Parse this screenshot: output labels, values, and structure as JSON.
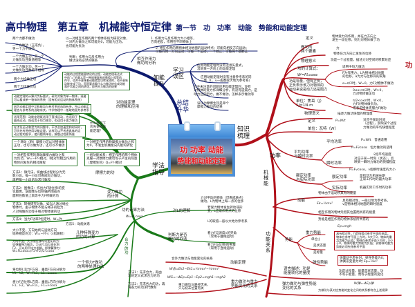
{
  "title": {
    "main": "高中物理　第五章　机械能守恒定律",
    "sub": "第一节　功　功率　动能　势能和动能定理"
  },
  "center": {
    "line1": "功 功率 动能",
    "line2": "势能和动能定理"
  },
  "branches": {
    "summary": "总结\n升华",
    "knowledge": "知识\n梳理",
    "method": "学法\n指导",
    "work": "功",
    "power": "功率",
    "mech": "机\n械\n能",
    "funcrel": "功\n能\n关\n系",
    "improve": "知能\n提升",
    "mistake": "学习\n误区",
    "network": "合\n力\n的\n功"
  },
  "colors": {
    "summary": "#0d1a6e",
    "knowledge": "#b0101a",
    "method": "#1a7a1a"
  },
  "summary": {
    "pair1": "两个力都不做功",
    "pair2": "一个力做功（正或负），\n另一个力不做功",
    "pair3": "一个力做正功，另一个\n力做负功且数值相等",
    "pair4": "一个力做正功，另一个\n力做负功且数值不相等",
    "pair5": "两个力均做正功",
    "pair6": "两个力均做负功",
    "sys": "以一对相互作用的两个物体系统为研究对象，\n一对内力做功之和可能为0，可能为正功，\n也可能为负功",
    "judge": "判断：作用力与反作用力\n做功没有必然的联系",
    "f1": "1. 作用力与反作用力大小相等，\n方向相反，作用在不同物体上",
    "f2": "2. 相互作用的两物体相对地面的运动特点：可能向相反方向运动；\n可能向同一方向运动；可能一个运动，一个静止；可能两个都静止",
    "analysis": "相互作用力\n做功的分析",
    "m1": "应用动能定理时没有注意矢量式，\n混同某一方向上的动能定理",
    "m2": "应用动能定理时没有注意参考系的同\n一性（L、v一般都取大地为参考系）",
    "m3": "对于未注意的问题应用动能定理时，没有\n对物体的受力作详细分析，有没有遗漏力，是\n动力还是阻力，做不做功，怎样表示做功等",
    "m4": "误认为摩擦生热是单个\n摩擦力做功的结果"
  },
  "work": {
    "def_label": "定义",
    "def": "物体受力的作用，并在力方向上\n发生一段位移，则力对物体做了功",
    "two_label": "做功的\n两个要素",
    "two_a": "力",
    "two_b": "物体在力方向上发生的位移",
    "meaning_label": "物理意义",
    "meaning": "功是一个过程量，描述力对空间的积累效应",
    "formula_label": "功的计算式：",
    "formula": "W=FLcosα",
    "f_note1": "适用于恒力做功",
    "f_note2": "F为作用力，L为物体相对地面\n的位移，α为力与位移间的夹角",
    "scalar": "功是标量，但有正负，\n正负表示该力对物体的\n运动来说是动力还是阻力",
    "a1": "α=π/2时，W=0，力F对物体不做功",
    "a2": "0≤α<π/2时，W>0，\n力对物体做正功",
    "a3": "π/2<α≤π时，W<0，\n力F对物体做负功，\n或者说物体克服力F做功",
    "unit": "单位：焦耳（J）\n1J=1N·m"
  },
  "power": {
    "meaning_label": "物理意义",
    "meaning": "描述力做功快慢的物理量",
    "def_label": "定义",
    "def": "P=W/t",
    "unit": "单位：瓦特（W）",
    "def_note": "对应于某段时间\n（过程），反映某个过程\n力做功的平均快慢程度",
    "avg_group": "平均功率\n与瞬时功率",
    "avg_label": "平均功率",
    "avg1": "P=W/t　普通适用",
    "avg2": "P=Fv̄cosα　恒力做功的适用",
    "avg3": "v̄指平均速度",
    "inst_label": "瞬时功率",
    "inst1": "对应于某一时刻（状态），反\n映某一瞬时力做功的快慢程度",
    "inst2": "P=Fvcosα，v指瞬时速度的大小",
    "rated_group": "额定功率\n与实际功率",
    "rated_label": "额定功率",
    "rated": "是指动力机械长期\n正常工作时的最大功率",
    "actual_label": "实际功率",
    "actual": "机器实际工作时的功率"
  },
  "mech": {
    "ke_def": "物体由于运动所具有的能量",
    "ke_label": "动能",
    "ke_formula": "Ek=½mv²",
    "ke_note": "具有相对性，一般以地为参考系，\nv是物体相对地面的瞬时速度",
    "pe_def": "相互作用的物体凭借其位置而具有的能量",
    "pe_sys": "势能是相互作用的物体系统所共有的",
    "pe_formula": "Ep=mgh",
    "gpe_label": "重力势能",
    "unit": "单位:J",
    "pe_label": "势能",
    "state": "是状态量",
    "scalar": "是标量",
    "epe_label": "弹性势能",
    "gpe_note": "具有相对性，h是指相对参考平面的高度。\n物体在参考平面上方时，h大于0，物体的重\n力势能为正值；物体在参考平面下方时，h小\n于0，物体的重力势能为负值；说物体的重力\n势能必须先指参考平面",
    "epe_note": "弹簧处于原长时，弹性势能为0；\n弹簧形变量为l时 Ep=½kl²",
    "lang": "语言描述：功是\n能量转化的量度",
    "lang_note": "功是过程量，能量是状态量，功\n不等于能量，而等于能量的变化",
    "spring": "弹力做功与弹性势能\n变化的关系",
    "spring_formula": "W弹=-ΔEp弹",
    "spring_note": "力做功与某对应势能的变化之间的关系都符合上述规律"
  },
  "calc": {
    "L_top": "力对平动的物体（可看成质点）\n做功，L为物体上每一点的位移",
    "L_label": "对L的理解",
    "L1": "若受力物体发生转动或形\n变，L应取作用点的位移",
    "L2": "L的取值一般以大地为参考系",
    "method_label": "功的计算方法",
    "method_formula": "W=FLcosα",
    "judge_label": "判断力是否\n做功的办法",
    "judge1": "看力F与速度v的夹角\n（常用于曲线运动）",
    "judge2": "看力F与位移l的夹角\n（常用于直线运动）",
    "theorem_rel": "合外力做功与动能变化的关系",
    "theorem_label": "动能定理",
    "theorem_formula": "W合=Ek2−Ek1=½mv₂²−½mv₁²",
    "gravity_formula": "WG=−ΔEp=Ep1−Ep2=mgh1−mgh2",
    "gravity_note": "重力做功与路径无关，\n只与初末位置有关",
    "gravity_label": "重力做功与重力\n势能变化的关系",
    "net1": "方法1：先求合力，再由\n功的定义式求合力的功",
    "net2": "方法2：先求各力的功，再\n将各力的功求代数和"
  },
  "method": {
    "theorem_box": "动能的过程是能量转化的过程，动能定理表达式\n中的\"=\"的意义是一种因果联系的数值上相等的\n符号，也并不意味着动能就是功转化成的，也不意味\n动能变成了功，而是要求看什么力做功转化成动能\n和什么能之间的转化，即合外力做功的结果",
    "theorem_label": "对动能定理\n的理解和应用",
    "b1": "动能定理的计算式为标量式，研究对象为单一物体，或者\n可以看成单一物体的系统（没有相对运动的物体系统）",
    "b2": "因为动能定理中功和能均与参考系的选取有关，所以动能定\n理也与参考系的选取有关，中学物理中一般取地面为参考系",
    "b3": "适用范围：动能定理既适用于直线运动，也适用于\n曲线运动，既适用于恒力做功，也适用于变力做功",
    "b4": "在涉及运动和受力的问题中，不涉及加速度和时间时，\n可优先考虑使用动能定理，这样可以不考虑具体的运\n动过程的细节，使问题简单化，解题过程更简便",
    "when": "什么情况下\n优先使用动\n能定理？",
    "fr1": "一个滑动（静）摩擦力可以对物体做\n正功，也可以做负功，还可以不做功",
    "fr2": "一对相互作用的滑动摩擦力做功之和\n为负功，W=−Ff·l相对，l相对为相互作用的\n物体间发生的相对路程",
    "fr3": "一对相互作用的静摩擦力做功之和\n为0，不发生机械能向内能的转化",
    "fr4": "一组功能关系：相互作用的两个物体\n克服一对摩擦力做功等于产生的热量\n（摩擦生热）Q=Ff·l相对",
    "friction_label": "摩擦力的功",
    "v1": "方法1：微元法，将曲线过程划分为无\n数小段，每一小段可看成恒力做功，\n再把每一小段的功求代数和",
    "v2": "方法2：图像法：作出力F随位移l的变\n化图像，该图像与位移轴所围成的\n面积在数值上就等于力F所做的功",
    "v3": "方法3：转换研究对象，如当人通过绳拉\n物体时，由于物体不能与绳子的拉力...\n人对绳做的功等于绳对物体做的功",
    "v4": "方法4：当力F功率P恒定时，W=Pt",
    "var_label": "变力做功\n的计算",
    "calc_label": "功的计算",
    "s0": "方法5：动能关系",
    "s1": "大小不变，方向始终与运动方向\n始终相反的力：W=−Ff·s（s指路程）",
    "s2": "方向不变，大小随位移均匀变化的力：\n如弹簧弹力做功，力从F1均匀变化到\nF2，可以用平均力求解，即弹簧弹力：\nW=FLcosα=(F1+F2)/2·Lcosα",
    "special_label": "几种特殊变力\n的功的计算",
    "c1": "将位移L沿力F方向、垂直F方向分解为\nL1、L2，W=FL1，L1=Lcosα",
    "c2": "将力F沿位移L方向、垂直L方向分解为\nF1、F2，W=F1L，F1=Fcosα",
    "const_label": "一个恒力F做功\n的两种处理办法"
  }
}
